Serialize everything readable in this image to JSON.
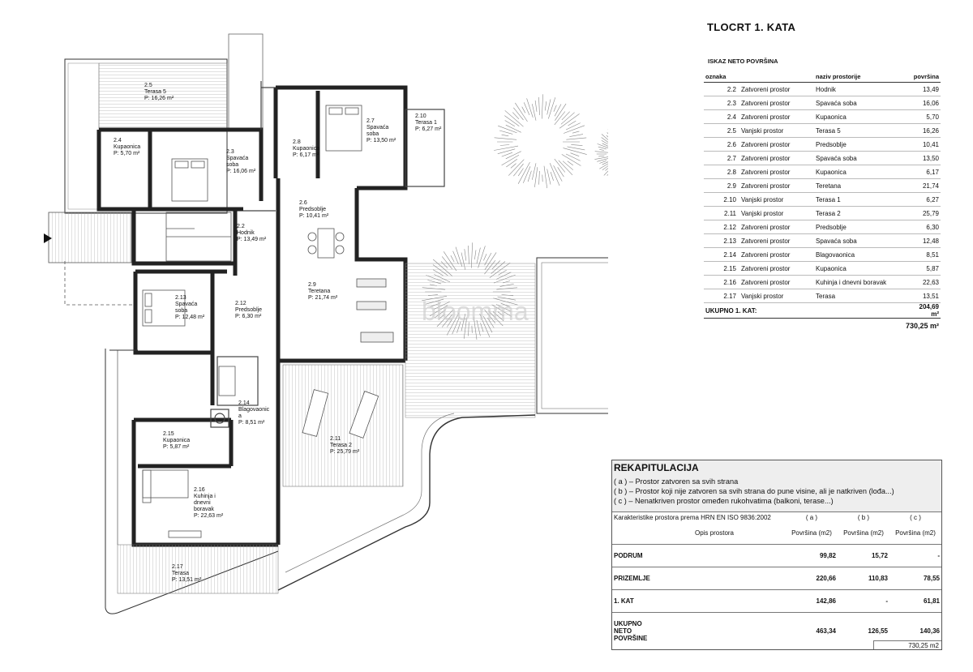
{
  "plan_title": "TLOCRT 1. KATA",
  "area_table": {
    "title": "ISKAZ NETO POVRŠINA",
    "headers": {
      "code": "oznaka",
      "name": "naziv prostorije",
      "area": "površina"
    },
    "rows": [
      {
        "code": "2.2",
        "type": "Zatvoreni prostor",
        "name": "Hodnik",
        "area": "13,49"
      },
      {
        "code": "2.3",
        "type": "Zatvoreni prostor",
        "name": "Spavaća soba",
        "area": "16,06"
      },
      {
        "code": "2.4",
        "type": "Zatvoreni prostor",
        "name": "Kupaonica",
        "area": "5,70"
      },
      {
        "code": "2.5",
        "type": "Vanjski prostor",
        "name": "Terasa 5",
        "area": "16,26"
      },
      {
        "code": "2.6",
        "type": "Zatvoreni prostor",
        "name": "Predsoblje",
        "area": "10,41"
      },
      {
        "code": "2.7",
        "type": "Zatvoreni prostor",
        "name": "Spavaća soba",
        "area": "13,50"
      },
      {
        "code": "2.8",
        "type": "Zatvoreni prostor",
        "name": "Kupaonica",
        "area": "6,17"
      },
      {
        "code": "2.9",
        "type": "Zatvoreni prostor",
        "name": "Teretana",
        "area": "21,74"
      },
      {
        "code": "2.10",
        "type": "Vanjski prostor",
        "name": "Terasa 1",
        "area": "6,27"
      },
      {
        "code": "2.11",
        "type": "Vanjski prostor",
        "name": "Terasa 2",
        "area": "25,79"
      },
      {
        "code": "2.12",
        "type": "Zatvoreni prostor",
        "name": "Predsoblje",
        "area": "6,30"
      },
      {
        "code": "2.13",
        "type": "Zatvoreni prostor",
        "name": "Spavaća soba",
        "area": "12,48"
      },
      {
        "code": "2.14",
        "type": "Zatvoreni prostor",
        "name": "Blagovaonica",
        "area": "8,51"
      },
      {
        "code": "2.15",
        "type": "Zatvoreni prostor",
        "name": "Kupaonica",
        "area": "5,87"
      },
      {
        "code": "2.16",
        "type": "Zatvoreni prostor",
        "name": "Kuhinja i dnevni boravak",
        "area": "22,63"
      },
      {
        "code": "2.17",
        "type": "Vanjski prostor",
        "name": "Terasa",
        "area": "13,51"
      }
    ],
    "total_label": "UKUPNO 1. KAT:",
    "total_value": "204,69 m²",
    "grand_total": "730,25 m²"
  },
  "recap": {
    "title": "REKAPITULACIJA",
    "legend": [
      "( a ) – Prostor zatvoren sa svih strana",
      "( b ) – Prostor koji nije zatvoren sa svih strana do pune visine, ali je natkriven (lođa...)",
      "( c ) – Nenatkriven prostor omeđen rukohvatima (balkoni, terase...)"
    ],
    "standard": "Karakteristike prostora prema HRN EN ISO 9836:2002",
    "col_a": "( a )",
    "col_b": "( b )",
    "col_c": "( c )",
    "desc_header": "Opis prostora",
    "area_header": "Površina (m2)",
    "rows": [
      {
        "name": "PODRUM",
        "a": "99,82",
        "b": "15,72",
        "c": "-"
      },
      {
        "name": "PRIZEMLJE",
        "a": "220,66",
        "b": "110,83",
        "c": "78,55"
      },
      {
        "name": "1. KAT",
        "a": "142,86",
        "b": "-",
        "c": "61,81"
      }
    ],
    "total_name_1": "UKUPNO",
    "total_name_2": "NETO",
    "total_name_3": "POVRŠINE",
    "total_a": "463,34",
    "total_b": "126,55",
    "total_c": "140,36",
    "footer": "730,25 m2"
  },
  "rooms": {
    "r25": {
      "code": "2.5",
      "name": "Terasa 5",
      "area": "P: 16,26 m²"
    },
    "r24": {
      "code": "2.4",
      "name": "Kupaonica",
      "area": "P: 5,70 m²"
    },
    "r23": {
      "code": "2.3",
      "name1": "Spavaća",
      "name2": "soba",
      "area": "P: 16,06 m²"
    },
    "r28": {
      "code": "2.8",
      "name": "Kupaonica",
      "area": "P: 6,17 m²"
    },
    "r27": {
      "code": "2.7",
      "name1": "Spavaća",
      "name2": "soba",
      "area": "P: 13,50 m²"
    },
    "r210": {
      "code": "2.10",
      "name": "Terasa 1",
      "area": "P: 6,27 m²"
    },
    "r26": {
      "code": "2.6",
      "name": "Predsoblje",
      "area": "P: 10,41 m²"
    },
    "r22": {
      "code": "2.2",
      "name": "Hodnik",
      "area": "P: 13,49 m²"
    },
    "r29": {
      "code": "2.9",
      "name": "Teretana",
      "area": "P: 21,74 m²"
    },
    "r213": {
      "code": "2.13",
      "name1": "Spavaća",
      "name2": "soba",
      "area": "P: 12,48 m²"
    },
    "r212": {
      "code": "2.12",
      "name": "Predsoblje",
      "area": "P: 6,30 m²"
    },
    "r214": {
      "code": "2.14",
      "name1": "Blagovaonic",
      "name2": "a",
      "area": "P: 8,51 m²"
    },
    "r211": {
      "code": "2.11",
      "name": "Terasa 2",
      "area": "P: 25,79 m²"
    },
    "r215": {
      "code": "2.15",
      "name": "Kupaonica",
      "area": "P: 5,87 m²"
    },
    "r216": {
      "code": "2.16",
      "name1": "Kuhinja i",
      "name2": "dnevni",
      "name3": "boravak",
      "area": "P: 22,63 m²"
    },
    "r217": {
      "code": "2.17",
      "name": "Terasa",
      "area": "P: 13,51 m²"
    }
  },
  "watermark": "bloomma"
}
